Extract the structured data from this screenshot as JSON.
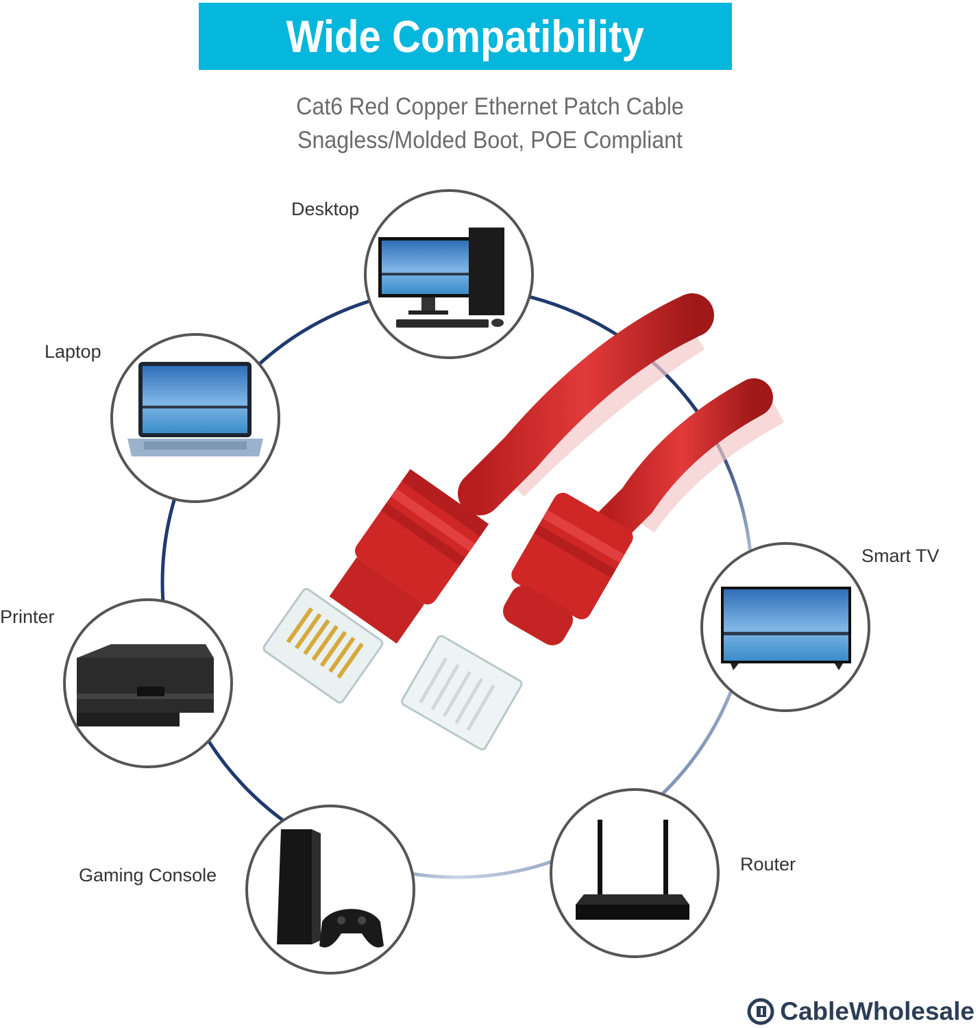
{
  "header": {
    "title": "Wide Compatibility",
    "subtitle_line1": "Cat6 Red Copper Ethernet Patch Cable",
    "subtitle_line2": "Snagless/Molded Boot, POE Compliant"
  },
  "devices": [
    {
      "id": "desktop",
      "label": "Desktop"
    },
    {
      "id": "laptop",
      "label": "Laptop"
    },
    {
      "id": "printer",
      "label": "Printer"
    },
    {
      "id": "gaming",
      "label": "Gaming Console"
    },
    {
      "id": "router",
      "label": "Router"
    },
    {
      "id": "smarttv",
      "label": "Smart TV"
    }
  ],
  "brand": {
    "name": "CableWholesale"
  },
  "colors": {
    "banner": "#05b6dd",
    "ring": "#1f3a6e",
    "cable": "#d42a2a",
    "circle_border": "#555555"
  }
}
